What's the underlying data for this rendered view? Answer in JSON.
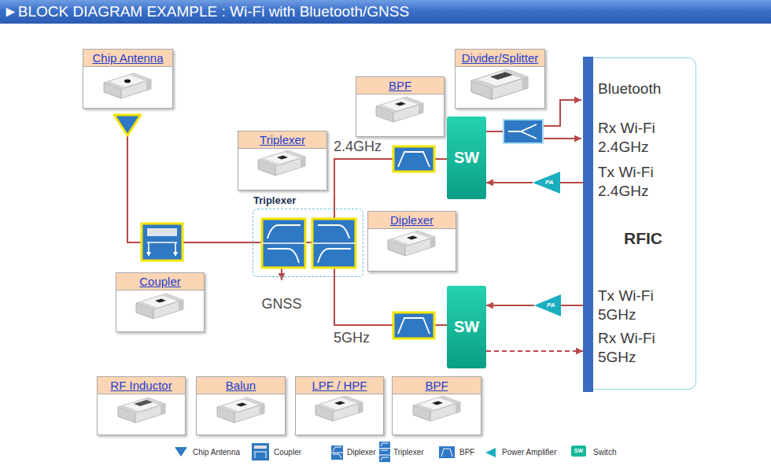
{
  "diagram": {
    "title": "►BLOCK DIAGRAM EXAMPLE : Wi-Fi with Bluetooth/GNSS",
    "nodes": [
      {
        "text": [
          "Chip Antenna"
        ]
      },
      {
        "text": [
          "BPF"
        ]
      },
      {
        "text": [
          "Divider/Splitter"
        ]
      },
      {
        "text": [
          "Triplexer"
        ]
      },
      {
        "text": [
          "SW"
        ]
      },
      {
        "text": [
          "PA"
        ]
      },
      {
        "text": [
          "Bluetooth",
          "Rx Wi-Fi 2.4GHz",
          "Tx Wi-Fi 2.4GHz",
          "RFIC",
          "Tx Wi-Fi 5GHz",
          "Rx Wi-Fi 5GHz"
        ]
      },
      {
        "text": [
          "Triplexer"
        ]
      },
      {
        "text": [
          "Diplexer"
        ]
      },
      {
        "text": [
          "Coupler"
        ]
      },
      {
        "text": [
          "PA"
        ]
      },
      {
        "text": [
          "SW"
        ]
      },
      {
        "text": [
          "RF Inductor"
        ]
      },
      {
        "text": [
          "Balun"
        ]
      },
      {
        "text": [
          "LPF / HPF"
        ]
      },
      {
        "text": [
          "BPF"
        ]
      }
    ],
    "edges": [
      {
        "from": 5,
        "to": 4,
        "arrow": "to"
      },
      {
        "from": 6,
        "to": 5,
        "arrow": "none"
      },
      {
        "from": 10,
        "to": 11,
        "arrow": "to"
      },
      {
        "from": 6,
        "to": 10,
        "arrow": "none"
      },
      {
        "from": 11,
        "to": 6,
        "arrow": "to"
      }
    ],
    "labels": [
      "2.4GHz",
      "GNSS",
      "5GHz",
      "SW"
    ],
    "legend": [
      {
        "text": "Chip Antenna"
      },
      {
        "text": "Coupler"
      },
      {
        "text": "Diplexer"
      },
      {
        "text": "Triplexer"
      },
      {
        "text": "BPF"
      },
      {
        "text": "Power Amplifier"
      },
      {
        "text": "Switch"
      }
    ]
  }
}
